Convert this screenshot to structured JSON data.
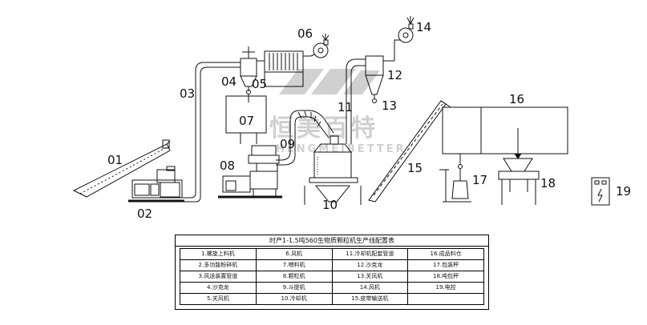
{
  "labels": {
    "n01": "01",
    "n02": "02",
    "n03": "03",
    "n04": "04",
    "n05": "05",
    "n06": "06",
    "n07": "07",
    "n08": "08",
    "n09": "09",
    "n10": "10",
    "n11": "11",
    "n12": "12",
    "n13": "13",
    "n14": "14",
    "n15": "15",
    "n16": "16",
    "n17": "17",
    "n18": "18",
    "n19": "19"
  },
  "watermark": {
    "text_cn": "恒美百特",
    "text_en": "HENGMEIBETTER"
  },
  "table": {
    "title": "时产1-1.5吨560生物质颗粒机生产线配置表",
    "rows": [
      [
        "1.螺旋上料机",
        "6.风机",
        "11.冷却机配套管道",
        "16.成品料仓"
      ],
      [
        "2.多功能粉碎机",
        "7.喂料机",
        "12.沙克龙",
        "17.包装秤"
      ],
      [
        "3.风送装置管道",
        "8.颗粒机",
        "13.关风机",
        "18.吨包秤"
      ],
      [
        "4.沙克龙",
        "9.斗提机",
        "14.风机",
        "19.电控"
      ],
      [
        "5.关风机",
        "10.冷却机",
        "15.皮带输送机",
        ""
      ]
    ]
  },
  "colors": {
    "line": "#111111",
    "watermark": "#000000"
  }
}
